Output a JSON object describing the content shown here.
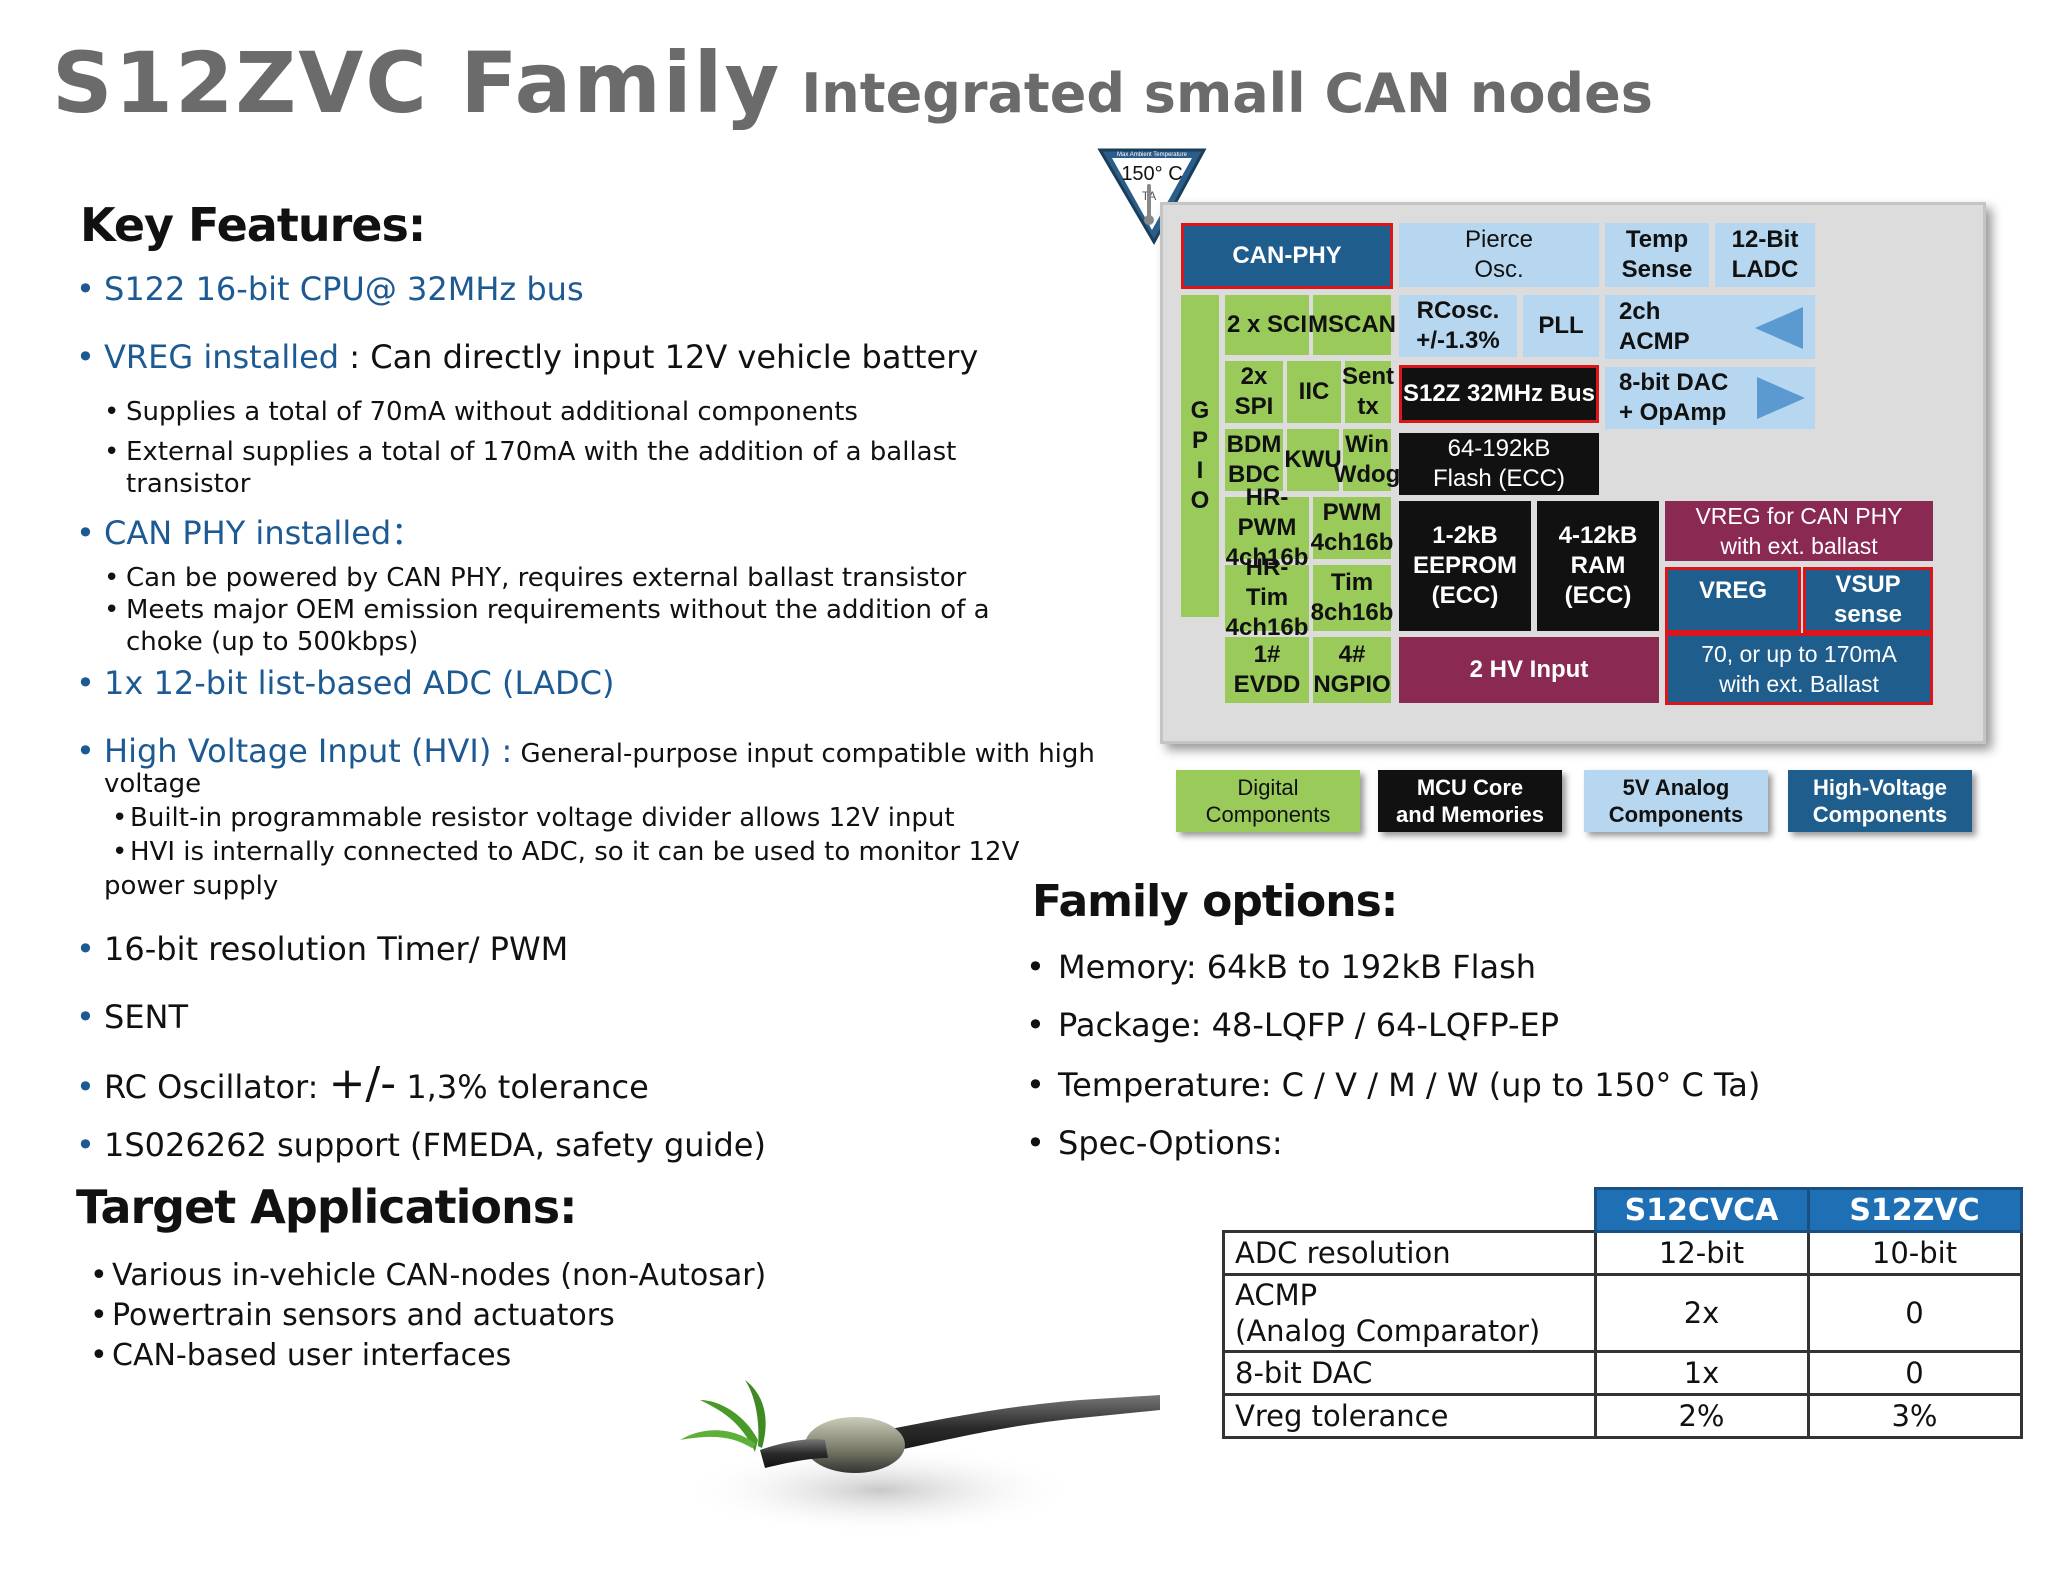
{
  "title": {
    "main": "S12ZVC Family",
    "subtitle": "Integrated small CAN nodes"
  },
  "key_features": {
    "heading": "Key Features:",
    "items": {
      "cpu": "S122 16-bit CPU@ 32MHz bus",
      "vreg_label": "VREG installed",
      "vreg_text": " : Can directly input 12V vehicle battery",
      "vreg_sub1": "Supplies a total of 70mA without additional components",
      "vreg_sub2a": "External supplies a total of 170mA with the addition of a ballast",
      "vreg_sub2b": "transistor",
      "canphy": "CAN PHY installed：",
      "canphy_sub1": "Can be powered by CAN PHY, requires external ballast transistor",
      "canphy_sub2a": "Meets major OEM emission requirements without the addition of a",
      "canphy_sub2b": "choke (up to 500kbps)",
      "adc": "1x 12-bit list-based ADC (LADC)",
      "hvi_label": "High Voltage Input (HVI) :",
      "hvi_text": " General-purpose input compatible with high",
      "hvi_text2": "voltage",
      "hvi_sub1": "Built-in programmable resistor voltage divider allows 12V input",
      "hvi_sub2a": "HVI is internally connected to ADC, so it can be used to monitor 12V",
      "hvi_sub2b": "power supply",
      "timer": "16-bit resolution Timer/ PWM",
      "sent": "SENT",
      "rc_a": "RC Oscillator:",
      "rc_b": "+/-",
      "rc_c": "1,3% tolerance",
      "iso": "1S026262 support (FMEDA, safety guide)"
    }
  },
  "target_apps": {
    "heading": "Target Applications:",
    "items": [
      "Various in-vehicle CAN-nodes (non-Autosar)",
      "Powertrain sensors and actuators",
      "CAN-based user interfaces"
    ]
  },
  "badge": {
    "temp": "150° C",
    "ta": "TA",
    "top": "Max Ambient Temperature"
  },
  "diagram": {
    "canphy": "CAN-PHY",
    "pierce": "Pierce\nOsc.",
    "temp": "Temp\nSense",
    "ladc": "12-Bit\nLADC",
    "gpio": "G\nP\nI\nO",
    "sci": "2 x SCI",
    "mscan": "MSCAN",
    "rcosc": "RCosc.\n+/-1.3%",
    "pll": "PLL",
    "acmp": "2ch\nACMP",
    "spi": "2x\nSPI",
    "iic": "IIC",
    "senttx": "Sent\ntx",
    "bus": "S12Z 32MHz Bus",
    "dac": "8-bit DAC\n+ OpAmp",
    "bdm": "BDM\nBDC",
    "kwu": "KWU",
    "win": "Win\nWdog",
    "flash": "64-192kB\nFlash (ECC)",
    "hrpwm": "HR-PWM\n4ch16b",
    "pwm": "PWM\n4ch16b",
    "eeprom": "1-2kB\nEEPROM\n(ECC)",
    "ram": "4-12kB\nRAM\n(ECC)",
    "vregcan": "VREG for CAN PHY\nwith ext. ballast",
    "hrtim": "HR-Tim\n4ch16b",
    "tim": "Tim\n8ch16b",
    "vreg": "VREG",
    "vsup": "VSUP\nsense",
    "evdd": "1#\nEVDD",
    "ngpio": "4#\nNGPIO",
    "hvinput": "2 HV Input",
    "ballast": "70, or up to 170mA\nwith ext. Ballast"
  },
  "legend": [
    "Digital\nComponents",
    "MCU Core\nand Memories",
    "5V Analog\nComponents",
    "High-Voltage\nComponents"
  ],
  "family_options": {
    "heading": "Family options:",
    "items": [
      "Memory: 64kB to 192kB Flash",
      "Package: 48-LQFP / 64-LQFP-EP",
      "Temperature: C / V / M / W (up to 150° C Ta)",
      "Spec-Options:"
    ]
  },
  "spec_table": {
    "headers": [
      "S12CVCA",
      "S12ZVC"
    ],
    "rows": [
      {
        "label": "ADC resolution",
        "a": "12-bit",
        "b": "10-bit"
      },
      {
        "label": "ACMP\n(Analog Comparator)",
        "a": "2x",
        "b": "0"
      },
      {
        "label": "8-bit DAC",
        "a": "1x",
        "b": "0"
      },
      {
        "label": "Vreg tolerance",
        "a": "2%",
        "b": "3%"
      }
    ]
  },
  "colors": {
    "digital": "#9acb5a",
    "core": "#111111",
    "analog": "#b6d7ef",
    "hv": "#1f5d8c",
    "accent_blue": "#1d5a93",
    "red": "#d8161c",
    "maroon": "#8a2a52"
  }
}
